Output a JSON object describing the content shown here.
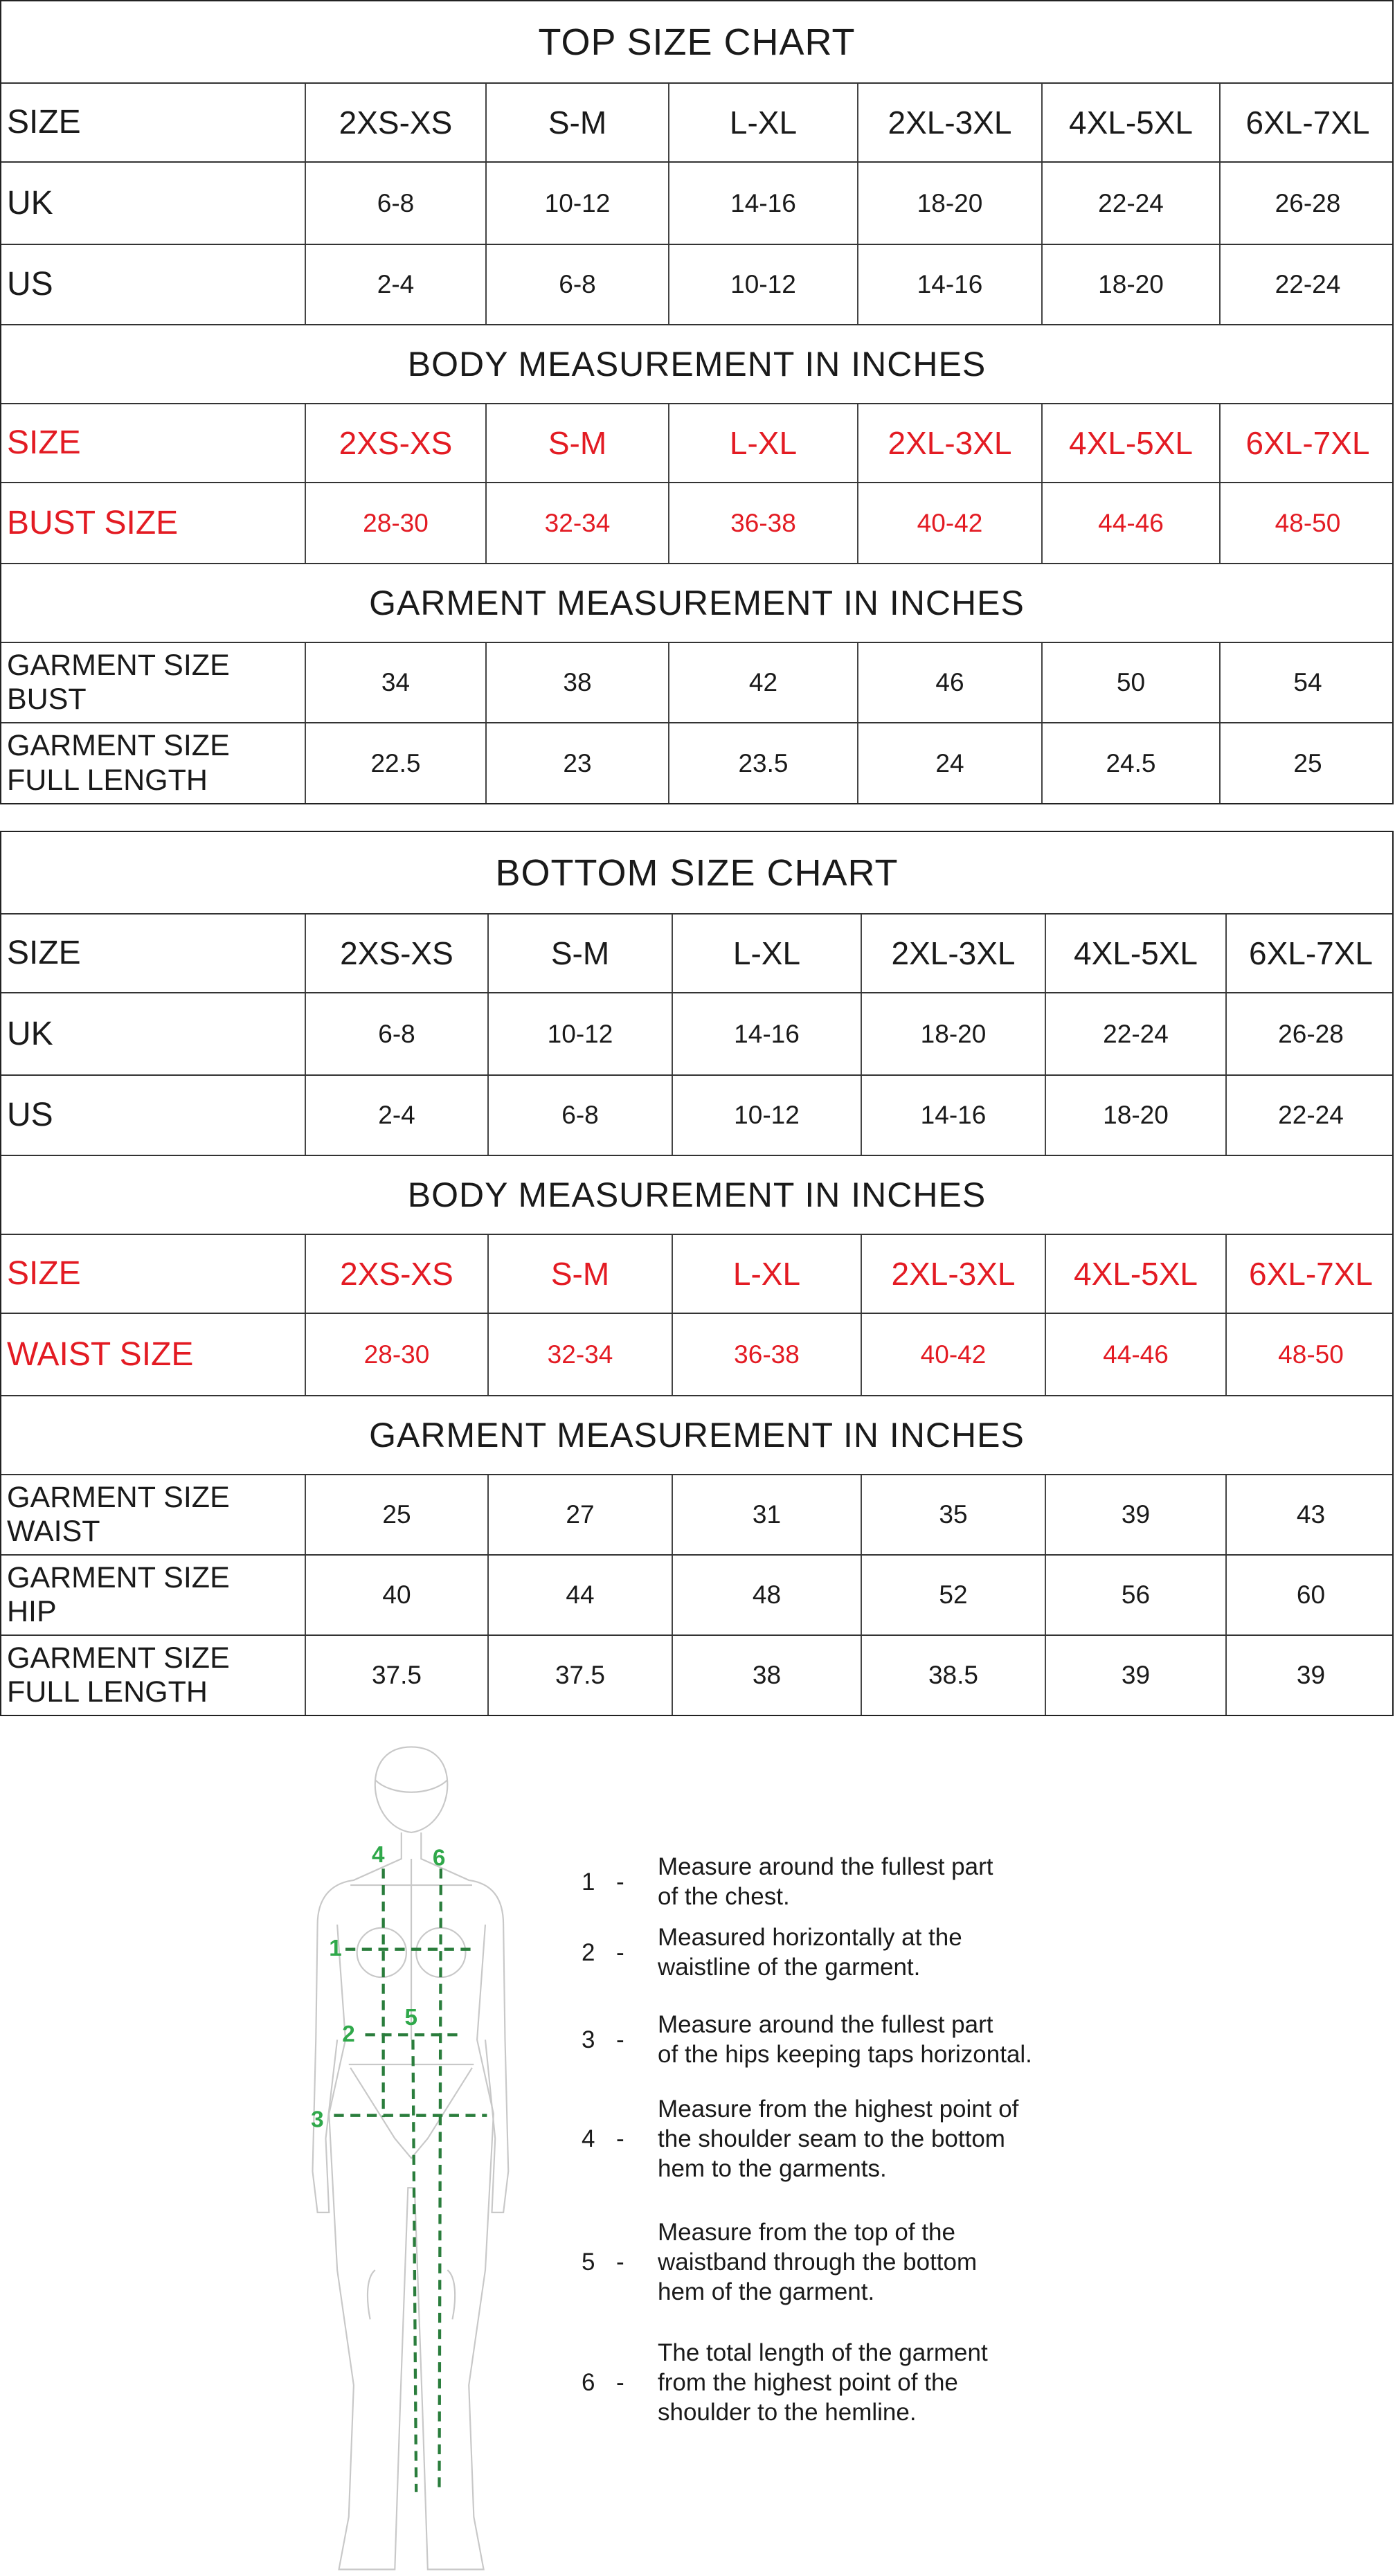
{
  "top_chart": {
    "title": "TOP SIZE CHART",
    "rows": [
      {
        "kind": "row",
        "label": "SIZE",
        "cells": [
          "2XS-XS",
          "S-M",
          "L-XL",
          "2XL-3XL",
          "4XL-5XL",
          "6XL-7XL"
        ],
        "hdr": true
      },
      {
        "kind": "row",
        "label": "UK",
        "cells": [
          "6-8",
          "10-12",
          "14-16",
          "18-20",
          "22-24",
          "26-28"
        ]
      },
      {
        "kind": "row",
        "label": "US",
        "cells": [
          "2-4",
          "6-8",
          "10-12",
          "14-16",
          "18-20",
          "22-24"
        ]
      },
      {
        "kind": "section",
        "label": "BODY MEASUREMENT IN INCHES"
      },
      {
        "kind": "row",
        "label": "SIZE",
        "cells": [
          "2XS-XS",
          "S-M",
          "L-XL",
          "2XL-3XL",
          "4XL-5XL",
          "6XL-7XL"
        ],
        "red": true,
        "hdr": true
      },
      {
        "kind": "row",
        "label": "BUST SIZE",
        "cells": [
          "28-30",
          "32-34",
          "36-38",
          "40-42",
          "44-46",
          "48-50"
        ],
        "red": true
      },
      {
        "kind": "section",
        "label": "GARMENT MEASUREMENT IN INCHES"
      },
      {
        "kind": "row",
        "label": "GARMENT SIZE\nBUST",
        "cells": [
          "34",
          "38",
          "42",
          "46",
          "50",
          "54"
        ],
        "two": true
      },
      {
        "kind": "row",
        "label": "GARMENT SIZE\nFULL LENGTH",
        "cells": [
          "22.5",
          "23",
          "23.5",
          "24",
          "24.5",
          "25"
        ],
        "two": true
      }
    ]
  },
  "bottom_chart": {
    "title": "BOTTOM SIZE CHART",
    "rows": [
      {
        "kind": "row",
        "label": "SIZE",
        "cells": [
          "2XS-XS",
          "S-M",
          "L-XL",
          "2XL-3XL",
          "4XL-5XL",
          "6XL-7XL"
        ],
        "hdr": true
      },
      {
        "kind": "row",
        "label": "UK",
        "cells": [
          "6-8",
          "10-12",
          "14-16",
          "18-20",
          "22-24",
          "26-28"
        ]
      },
      {
        "kind": "row",
        "label": "US",
        "cells": [
          "2-4",
          "6-8",
          "10-12",
          "14-16",
          "18-20",
          "22-24"
        ]
      },
      {
        "kind": "section",
        "label": "BODY MEASUREMENT IN INCHES"
      },
      {
        "kind": "row",
        "label": "SIZE",
        "cells": [
          "2XS-XS",
          "S-M",
          "L-XL",
          "2XL-3XL",
          "4XL-5XL",
          "6XL-7XL"
        ],
        "red": true,
        "hdr": true
      },
      {
        "kind": "row",
        "label": "WAIST SIZE",
        "cells": [
          "28-30",
          "32-34",
          "36-38",
          "40-42",
          "44-46",
          "48-50"
        ],
        "red": true
      },
      {
        "kind": "section",
        "label": "GARMENT MEASUREMENT IN INCHES"
      },
      {
        "kind": "row",
        "label": "GARMENT SIZE\nWAIST",
        "cells": [
          "25",
          "27",
          "31",
          "35",
          "39",
          "43"
        ],
        "two": true
      },
      {
        "kind": "row",
        "label": "GARMENT SIZE\nHIP",
        "cells": [
          "40",
          "44",
          "48",
          "52",
          "56",
          "60"
        ],
        "two": true
      },
      {
        "kind": "row",
        "label": "GARMENT SIZE\nFULL LENGTH",
        "cells": [
          "37.5",
          "37.5",
          "38",
          "38.5",
          "39",
          "39"
        ],
        "two": true
      }
    ]
  },
  "figure": {
    "labels": [
      "1",
      "2",
      "3",
      "4",
      "5",
      "6"
    ],
    "accent_color": "#2fa84a",
    "dash_color": "#2a7d3c",
    "outline_color": "#c8c8c8"
  },
  "instructions": [
    {
      "num": "1",
      "dash": "-",
      "text": "Measure around the fullest part\nof the chest."
    },
    {
      "num": "2",
      "dash": "-",
      "text": "Measured horizontally at the\nwaistline of the garment."
    },
    {
      "num": "3",
      "dash": "-",
      "text": "Measure around the fullest part\nof the hips keeping taps horizontal."
    },
    {
      "num": "4",
      "dash": "-",
      "text": "Measure from the highest point of\nthe shoulder seam to the bottom\nhem to the garments."
    },
    {
      "num": "5",
      "dash": "-",
      "text": "Measure from the top of the\nwaistband through the bottom\nhem of the garment."
    },
    {
      "num": "6",
      "dash": "-",
      "text": "The total length of the garment\nfrom the highest point of the\nshoulder to the hemline."
    }
  ]
}
